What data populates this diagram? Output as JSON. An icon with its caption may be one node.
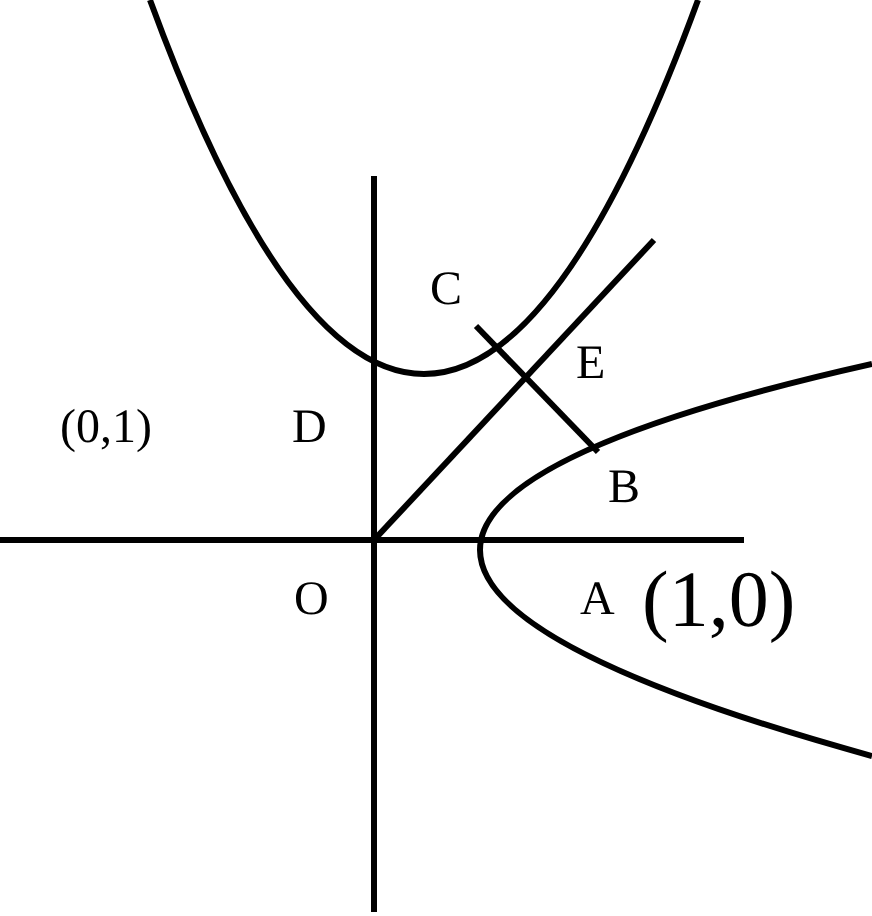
{
  "diagram": {
    "labels": [
      "C",
      "E",
      "(0,1)",
      "D",
      "B",
      "O",
      "A",
      "(1,0)"
    ]
  }
}
